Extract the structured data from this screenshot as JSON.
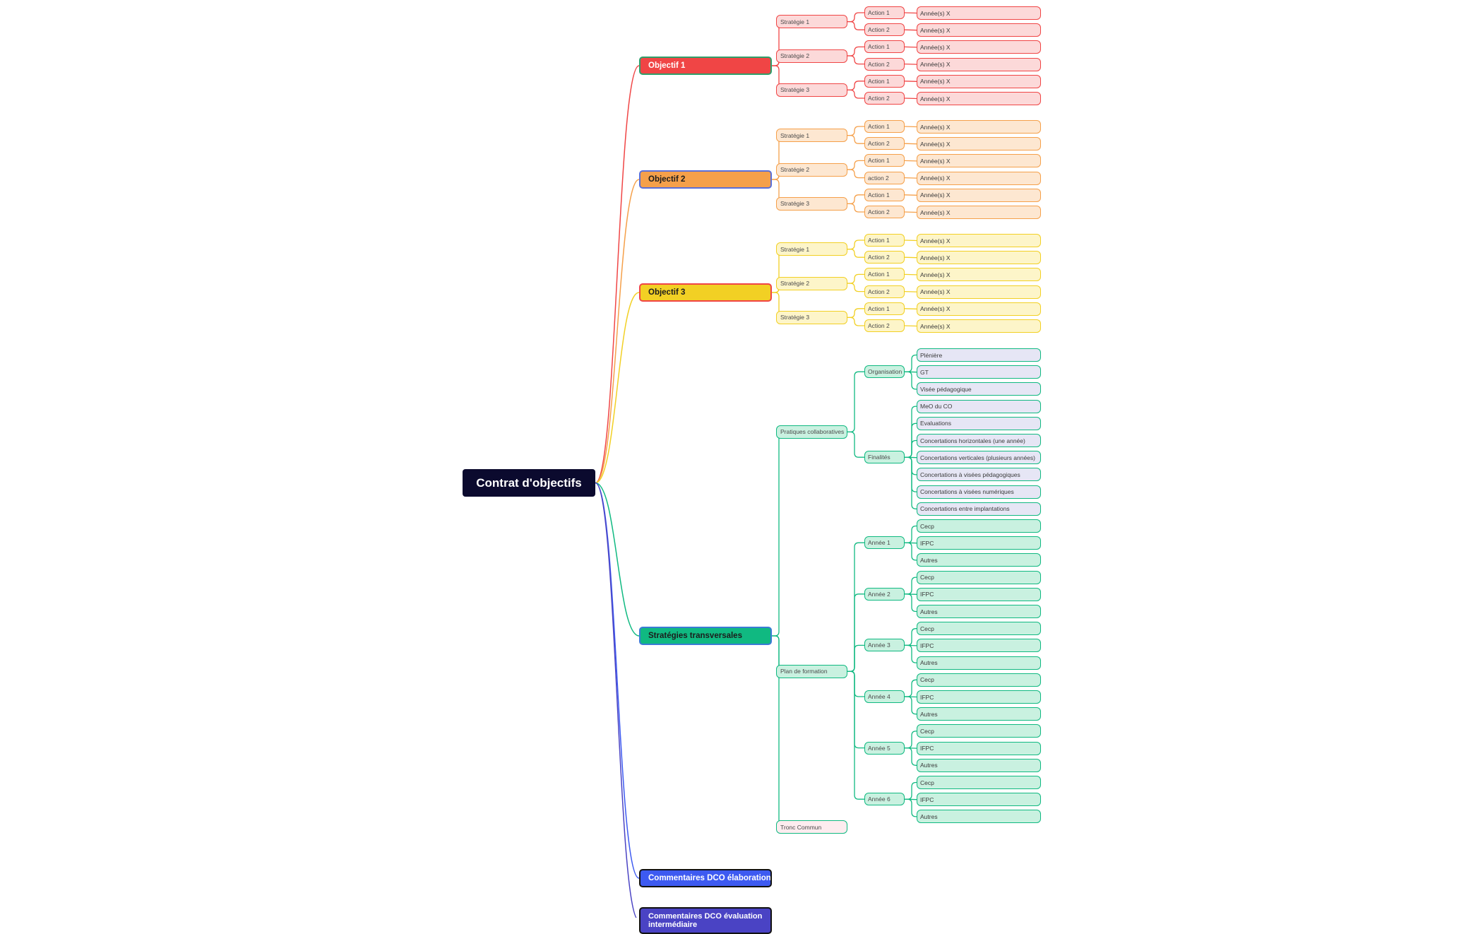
{
  "colors": {
    "red": "#f04545",
    "red_light": "#fcd9d9",
    "orange": "#f5a04a",
    "orange_light": "#fde7d1",
    "yellow": "#f2d024",
    "yellow_light": "#fdf5c9",
    "green": "#10b981",
    "green_light": "#c9f1e0",
    "lavender_light": "#e6e6f5",
    "blue": "#3d5af1",
    "indigo": "#4a43c4",
    "root_bg": "#0b0a2e"
  },
  "mindmap": {
    "root": "Contrat d'objectifs",
    "branches": [
      {
        "label": "Objectif 1",
        "strategies": [
          {
            "label": "Stratégie 1",
            "actions": [
              {
                "label": "Action 1",
                "leaves": [
                  "Année(s) X"
                ]
              },
              {
                "label": "Action 2",
                "leaves": [
                  "Année(s) X"
                ]
              }
            ]
          },
          {
            "label": "Stratégie 2",
            "actions": [
              {
                "label": "Action 1",
                "leaves": [
                  "Année(s) X"
                ]
              },
              {
                "label": "Action 2",
                "leaves": [
                  "Année(s) X"
                ]
              }
            ]
          },
          {
            "label": "Stratégie 3",
            "actions": [
              {
                "label": "Action 1",
                "leaves": [
                  "Année(s) X"
                ]
              },
              {
                "label": "Action 2",
                "leaves": [
                  "Année(s) X"
                ]
              }
            ]
          }
        ]
      },
      {
        "label": "Objectif 2",
        "strategies": [
          {
            "label": "Stratégie 1",
            "actions": [
              {
                "label": "Action 1",
                "leaves": [
                  "Année(s) X"
                ]
              },
              {
                "label": "Action 2",
                "leaves": [
                  "Année(s) X"
                ]
              }
            ]
          },
          {
            "label": "Stratégie 2",
            "actions": [
              {
                "label": "Action 1",
                "leaves": [
                  "Année(s) X"
                ]
              },
              {
                "label": "action 2",
                "leaves": [
                  "Année(s) X"
                ]
              }
            ]
          },
          {
            "label": "Stratégie 3",
            "actions": [
              {
                "label": "Action 1",
                "leaves": [
                  "Année(s) X"
                ]
              },
              {
                "label": "Action 2",
                "leaves": [
                  "Année(s) X"
                ]
              }
            ]
          }
        ]
      },
      {
        "label": "Objectif 3",
        "strategies": [
          {
            "label": "Stratégie 1",
            "actions": [
              {
                "label": "Action 1",
                "leaves": [
                  "Année(s) X"
                ]
              },
              {
                "label": "Action 2",
                "leaves": [
                  "Année(s) X"
                ]
              }
            ]
          },
          {
            "label": "Stratégie 2",
            "actions": [
              {
                "label": "Action 1",
                "leaves": [
                  "Année(s) X"
                ]
              },
              {
                "label": "Action 2",
                "leaves": [
                  "Année(s) X"
                ]
              }
            ]
          },
          {
            "label": "Stratégie 3",
            "actions": [
              {
                "label": "Action 1",
                "leaves": [
                  "Année(s) X"
                ]
              },
              {
                "label": "Action 2",
                "leaves": [
                  "Année(s) X"
                ]
              }
            ]
          }
        ]
      },
      {
        "label": "Stratégies transversales",
        "strategies": [
          {
            "label": "Pratiques collaboratives",
            "actions": [
              {
                "label": "Organisation",
                "leaves": [
                  "Plénière",
                  "GT",
                  "Visée pédagogique"
                ]
              },
              {
                "label": "Finalités",
                "leaves": [
                  "MeO du CO",
                  "Evaluations",
                  "Concertations horizontales (une année)",
                  "Concertations verticales (plusieurs années)",
                  "Concertations à visées pédagogiques",
                  "Concertations à visées numériques",
                  "Concertations entre implantations"
                ]
              }
            ]
          },
          {
            "label": "Plan de formation",
            "actions": [
              {
                "label": "Année 1",
                "leaves": [
                  "Cecp",
                  "IFPC",
                  "Autres"
                ]
              },
              {
                "label": "Année 2",
                "leaves": [
                  "Cecp",
                  "IFPC",
                  "Autres"
                ]
              },
              {
                "label": "Année 3",
                "leaves": [
                  "Cecp",
                  "IFPC",
                  "Autres"
                ]
              },
              {
                "label": "Année 4",
                "leaves": [
                  "Cecp",
                  "IFPC",
                  "Autres"
                ]
              },
              {
                "label": "Année 5",
                "leaves": [
                  "Cecp",
                  "IFPC",
                  "Autres"
                ]
              },
              {
                "label": "Année 6",
                "leaves": [
                  "Cecp",
                  "IFPC",
                  "Autres"
                ]
              }
            ]
          },
          {
            "label": "Tronc Commun",
            "actions": []
          }
        ]
      },
      {
        "label": "Commentaires DCO élaboration",
        "strategies": []
      },
      {
        "label": "Commentaires DCO évaluation intermédiaire",
        "strategies": []
      }
    ]
  }
}
